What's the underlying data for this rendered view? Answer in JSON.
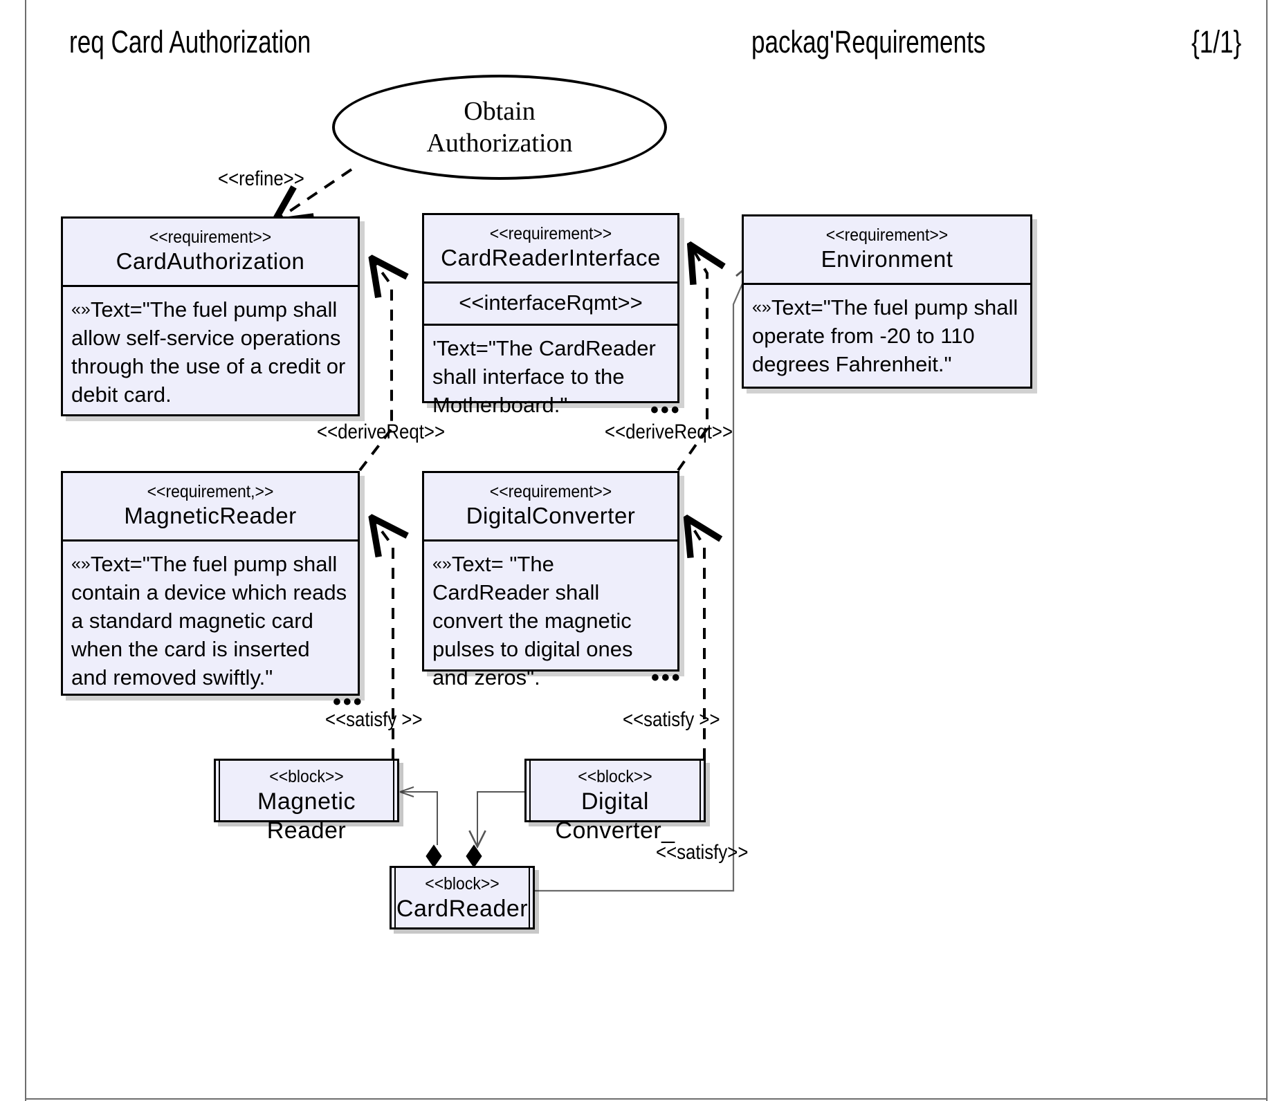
{
  "header": {
    "title": "req Card Authorization",
    "package": "packag'Requirements",
    "page": "{1/1}"
  },
  "usecase": {
    "name": "Obtain\nAuthorization",
    "line1": "Obtain",
    "line2": "Authorization"
  },
  "requirements": [
    {
      "id": "cardauthorization",
      "stereotype": "<<requirement>>",
      "name": "CardAuthorization",
      "guillemet": "«»",
      "body": "Text=\"The fuel pump shall allow self-service operations through the use of a credit or debit card.",
      "has_middle": false,
      "middle": ""
    },
    {
      "id": "cardreaderinterface",
      "stereotype": "<<requirement>>",
      "name": "CardReaderInterface",
      "guillemet": "",
      "body": "'Text=\"The CardReader shall interface to the Motherboard.\"",
      "has_middle": true,
      "middle": "<<interfaceRqmt>>"
    },
    {
      "id": "environment",
      "stereotype": "<<requirement>>",
      "name": "Environment",
      "guillemet": "«»",
      "body": "Text=\"The fuel pump shall operate from -20 to 110 degrees Fahrenheit.\"",
      "has_middle": false,
      "middle": ""
    },
    {
      "id": "magneticreader",
      "stereotype": "<<requirement,>>",
      "name": "MagneticReader",
      "guillemet": "«»",
      "body": "Text=\"The fuel pump shall contain a device which reads a standard magnetic card when the card is inserted and removed swiftly.\"",
      "has_middle": false,
      "middle": ""
    },
    {
      "id": "digitalconverter",
      "stereotype": "<<requirement>>",
      "name": "DigitalConverter",
      "guillemet": "«»",
      "body": "Text= \"The CardReader shall convert the magnetic pulses to digital ones and zeros\".",
      "has_middle": false,
      "middle": ""
    }
  ],
  "blocks": [
    {
      "id": "magneticreader-block",
      "stereotype": "<<block>>",
      "name": "Magnetic Reader"
    },
    {
      "id": "digitalconverter-block",
      "stereotype": "<<block>>",
      "name": "Digital Converter_"
    },
    {
      "id": "cardreader-block",
      "stereotype": "<<block>>",
      "name": "CardReader"
    }
  ],
  "relationships": {
    "refine": "<<refine>>",
    "derive_left": "<<deriveReqt>>",
    "derive_right": "<<deriveReqt>>",
    "satisfy_left": "<<satisfy >>",
    "satisfy_right": "<<satisfy >>",
    "satisfy_bottom": "<<satisfy>>"
  },
  "ellipsis": "•••",
  "colors": {
    "box_fill": "#eeeefb",
    "border": "#000000",
    "frame": "#6d6d6d",
    "background": "#ffffff"
  }
}
